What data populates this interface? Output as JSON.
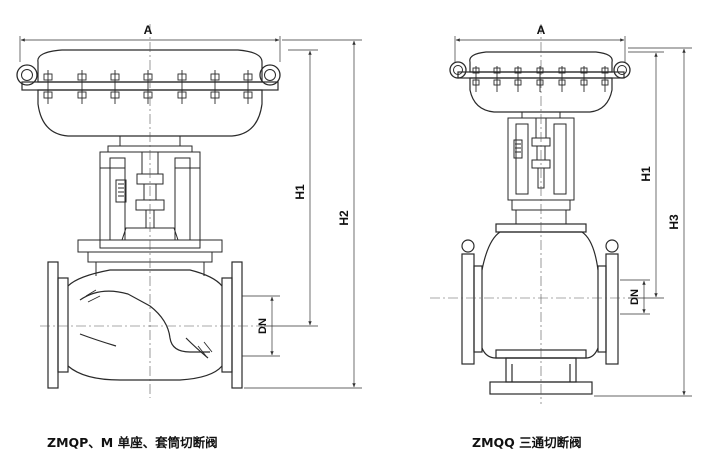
{
  "left_drawing": {
    "dim_a": "A",
    "dim_h1": "H1",
    "dim_h2": "H2",
    "dim_dn": "DN",
    "caption": "ZMQP、M 单座、套筒切断阀"
  },
  "right_drawing": {
    "dim_a": "A",
    "dim_h1": "H1",
    "dim_h3": "H3",
    "dim_dn": "DN",
    "caption": "ZMQQ 三通切断阀"
  },
  "colors": {
    "line": "#2a2a2a",
    "dim": "#333333",
    "center": "#555555"
  }
}
